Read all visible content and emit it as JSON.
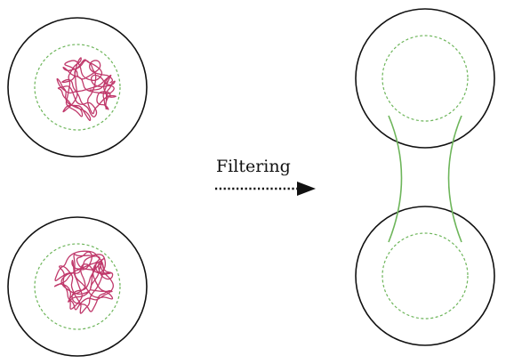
{
  "arrow": {
    "label": "Filtering",
    "style": "dotted"
  },
  "colors": {
    "outer_circle": "#111111",
    "inner_circle": "#6db55a",
    "coil": "#c0396b",
    "filter_lines": "#6db55a",
    "arrow": "#111111"
  },
  "panels": {
    "left": {
      "description_items": [
        "top-particle",
        "bottom-particle"
      ]
    },
    "right": {
      "description_items": [
        "top-particle-filtered",
        "bottom-particle-filtered",
        "link"
      ]
    }
  }
}
